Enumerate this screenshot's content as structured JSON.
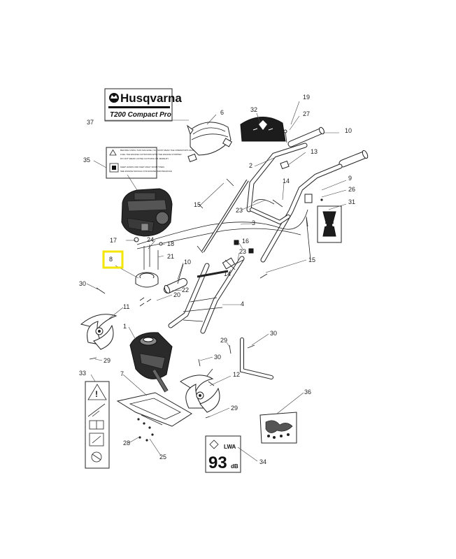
{
  "brand": {
    "name": "Husqvarna",
    "model": "T200 Compact Pro"
  },
  "decal_35_text": [
    "BEFORE USING THIS MACHINE YOU MUST READ THE OPERATOR'S MANUAL",
    "FUEL THE ENGINE OUTDOORS WITH THE ENGINE STOPPED",
    "DO NOT WEAR LOOSE CLOTHING OR JEWELRY",
    "KEEP HANDS AND FEET AWAY FROM TINES",
    "SEE ENGINE MANUAL FOR ENGINE MAINTENANCE"
  ],
  "sound_label": {
    "value": "93",
    "unit": "LWA",
    "suffix": "dB"
  },
  "highlight": {
    "color": "#f5e600",
    "part": "8"
  },
  "callouts": {
    "c1": "1",
    "c2": "2",
    "c3": "3",
    "c4": "4",
    "c6": "6",
    "c7": "7",
    "c8": "8",
    "c9": "9",
    "c10a": "10",
    "c10b": "10",
    "c11": "11",
    "c12": "12",
    "c13": "13",
    "c14a": "14",
    "c14b": "14",
    "c15a": "15",
    "c15b": "15",
    "c16": "16",
    "c17": "17",
    "c18": "18",
    "c19": "19",
    "c20": "20",
    "c21": "21",
    "c22": "22",
    "c23a": "23",
    "c23b": "23",
    "c24": "24",
    "c25": "25",
    "c26": "26",
    "c27": "27",
    "c28": "28",
    "c29a": "29",
    "c29b": "29",
    "c29c": "29",
    "c30a": "30",
    "c30b": "30",
    "c30c": "30",
    "c31": "31",
    "c32": "32",
    "c33": "33",
    "c34": "34",
    "c35": "35",
    "c36": "36",
    "c37": "37"
  }
}
